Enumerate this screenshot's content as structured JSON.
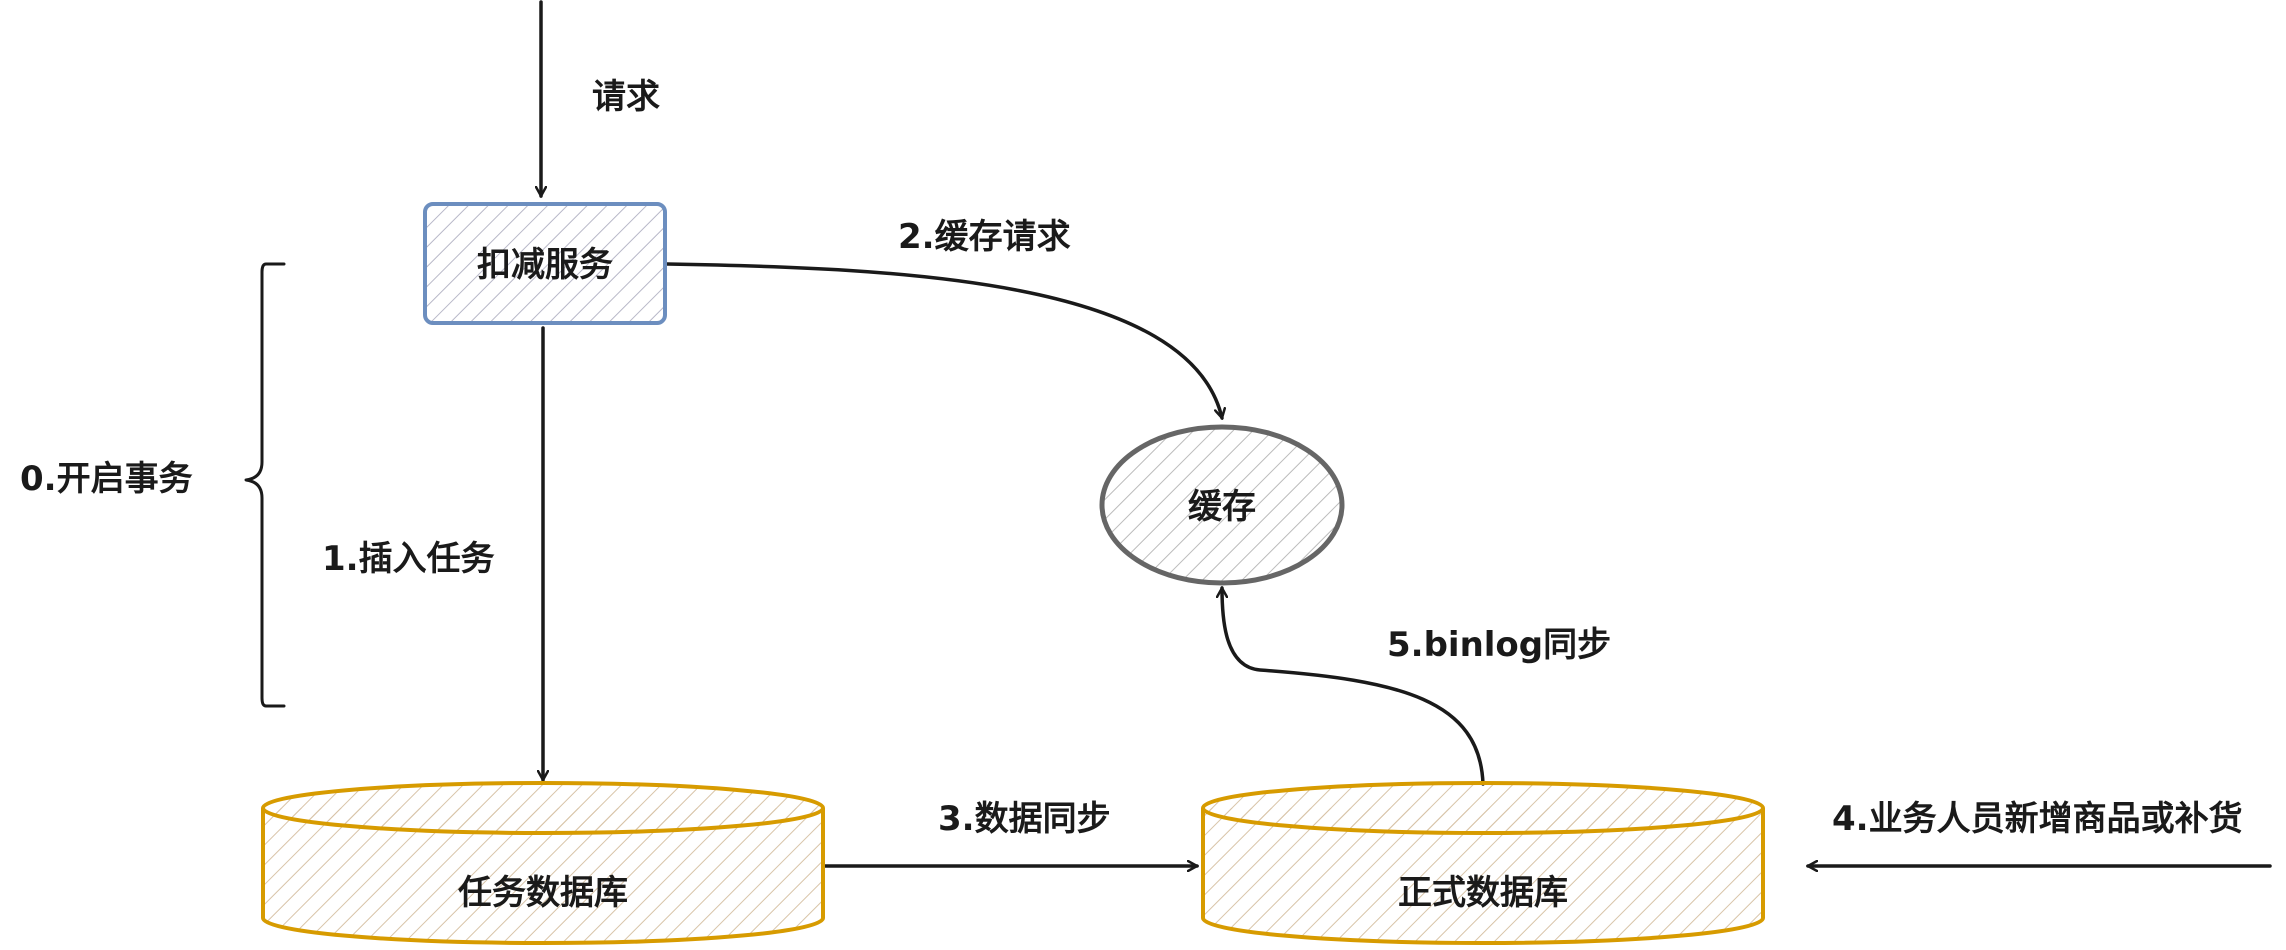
{
  "colors": {
    "service_stroke": "#6c8ebf",
    "database_stroke": "#d79b00",
    "cache_stroke": "#666666",
    "edge": "#1a1a1a"
  },
  "nodes": {
    "service": {
      "label": "扣减服务"
    },
    "cache": {
      "label": "缓存"
    },
    "task_db": {
      "label": "任务数据库"
    },
    "main_db": {
      "label": "正式数据库"
    }
  },
  "edges": {
    "request": "请求",
    "cache_request": "2.缓存请求",
    "insert_task": "1.插入任务",
    "data_sync": "3.数据同步",
    "binlog_sync": "5.binlog同步",
    "staff_restock": "4.业务人员新增商品或补货"
  },
  "annotations": {
    "transaction": "0.开启事务"
  }
}
